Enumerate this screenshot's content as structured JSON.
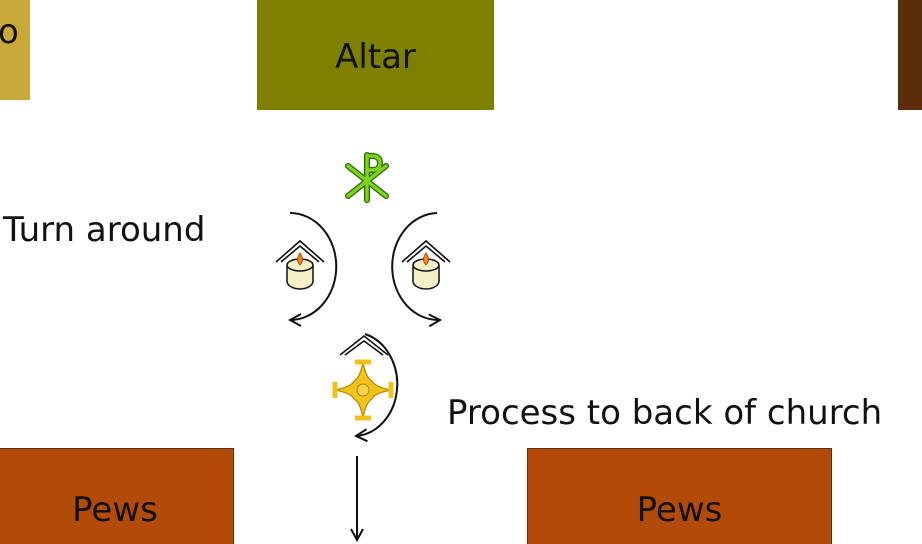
{
  "blocks": {
    "left_top": {
      "label": "o",
      "color": "#c9a83a"
    },
    "altar": {
      "label": "Altar",
      "color": "#808000"
    },
    "right_top": {
      "label": "",
      "color": "#5c2d0a"
    },
    "pews_left": {
      "label": "Pews",
      "color": "#b24a0a"
    },
    "pews_right": {
      "label": "Pews",
      "color": "#b24a0a"
    }
  },
  "labels": {
    "turn": "Turn around",
    "process": "Process to back of church"
  },
  "symbols": {
    "chi_rho": {
      "name": "chi-rho-icon",
      "color": "#7ed321"
    },
    "candle": {
      "name": "candle-icon",
      "color": "#f5f0c8",
      "flame": "#f08020"
    },
    "cross": {
      "name": "processional-cross-icon",
      "color": "#f2c21b"
    }
  }
}
